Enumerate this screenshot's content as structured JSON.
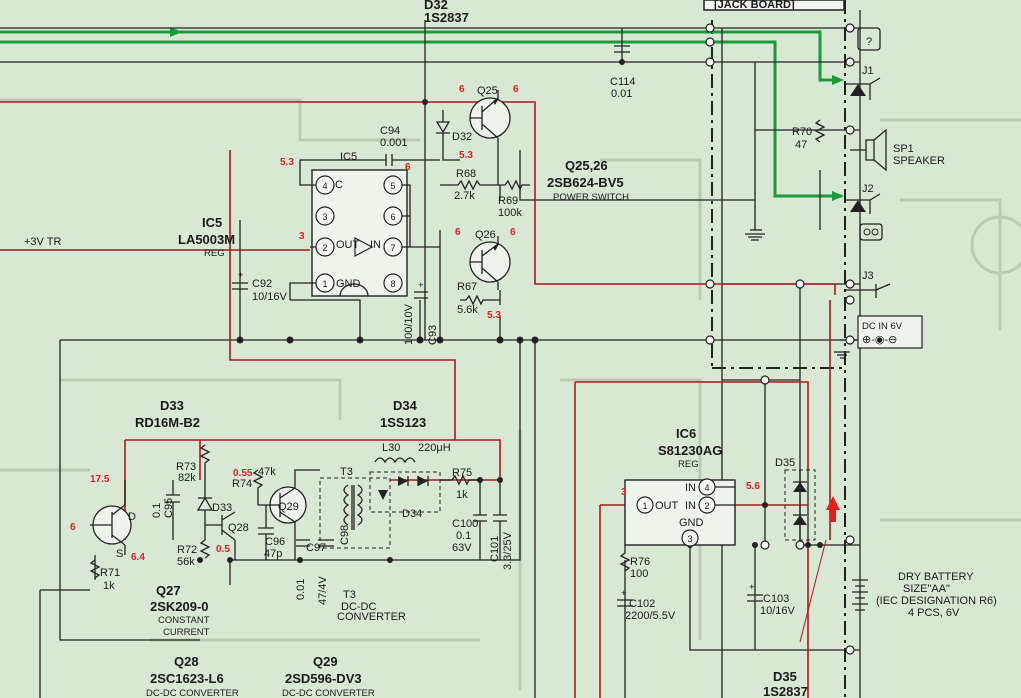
{
  "header": {
    "board_tag": "[JACK BOARD]"
  },
  "ic": {
    "ic5_ref": "IC5",
    "ic5_part": "LA5003M",
    "ic5_role": "REG",
    "ic5_inner": "IC5",
    "ic5_c": "C",
    "ic5_out": "OUT",
    "ic5_in": "IN",
    "ic5_gnd": "GND",
    "ic6_ref": "IC6",
    "ic6_part": "S81230AG",
    "ic6_role": "REG",
    "ic6_out": "OUT",
    "ic6_in": "IN",
    "ic6_gnd": "GND"
  },
  "transistors": {
    "q25_26_ref": "Q25,26",
    "q25_26_part": "2SB624-BV5",
    "q25_26_role": "POWER SWITCH",
    "q25": "Q25",
    "q26": "Q26",
    "q27_ref": "Q27",
    "q27_part": "2SK209-0",
    "q27_role1": "CONSTANT",
    "q27_role2": "CURRENT",
    "q27_d": "D",
    "q27_s": "S",
    "q28_ref": "Q28",
    "q28_part": "2SC1623-L6",
    "q28_role": "DC-DC CONVERTER",
    "q29_ref": "Q29",
    "q29_part": "2SD596-DV3",
    "q29_role": "DC-DC CONVERTER"
  },
  "diodes": {
    "d32_ref": "D32",
    "d32_part": "1S2837",
    "d32_small": "D32",
    "d33_ref": "D33",
    "d33_part": "RD16M-B2",
    "d33_small": "D33",
    "d34_ref": "D34",
    "d34_part": "1SS123",
    "d34_small": "D34",
    "d35_ref": "D35",
    "d35_part": "1S2837",
    "d35_small": "D35"
  },
  "parts": {
    "c114": "C114",
    "c114v": "0.01",
    "c94": "C94",
    "c94v": "0.001",
    "r68": "R68",
    "r68v": "2.7k",
    "r69": "R69",
    "r69v": "100k",
    "r67": "R67",
    "r67v": "5.6k",
    "c92": "C92",
    "c92v": "10/16V",
    "c93": "C93",
    "c93v": "100/10V",
    "r70": "R70",
    "r70v": "47",
    "l30": "L30",
    "l30v": "220μH",
    "r73": "R73",
    "r73v": "82k",
    "r74": "R74",
    "r74v": "47k",
    "c95": "C95",
    "c95v": "0.1",
    "r72": "R72",
    "r72v": "56k",
    "c96": "C96",
    "c96v": "47p",
    "c97": "C97",
    "c97v": "0.01",
    "c98": "C98",
    "c98v": "47/4V",
    "t3": "T3",
    "t3_role1": "DC-DC",
    "t3_role2": "CONVERTER",
    "r75": "R75",
    "r75v": "1k",
    "c100": "C100",
    "c100v": "0.1",
    "c100v2": "63V",
    "c101": "C101",
    "c101v": "3.3/25V",
    "r71": "R71",
    "r71v": "1k",
    "r76": "R76",
    "r76v": "100",
    "c102": "C102",
    "c102v": "2200/5.5V",
    "c103": "C103",
    "c103v": "10/16V"
  },
  "connectors": {
    "j1": "J1",
    "j2": "J2",
    "j3": "J3",
    "sp1": "SP1",
    "speaker": "SPEAKER",
    "dcin": "DC IN 6V",
    "battery1": "DRY BATTERY",
    "battery2": "SIZE\"AA\"",
    "battery3": "(IEC DESIGNATION R6)",
    "battery4": "4 PCS, 6V"
  },
  "nets": {
    "plus3v": "+3V  TR"
  },
  "voltages": {
    "v_ic5_4": "5.3",
    "v_q25_b": "5.3",
    "v_q25_e": "6",
    "v_q25_c": "6",
    "v_ic5_in_top": "6",
    "v_ic5_out": "3",
    "v_q26_e": "6",
    "v_q26_c": "6",
    "v_q26_b": "5.3",
    "v_q27_d": "17.5",
    "v_q27_g": "6",
    "v_q27_s": "6.4",
    "v_q28_c": "0.55",
    "v_q28_e": "0.5",
    "v_ic6_out": "3",
    "v_ic6_in": "5.6"
  },
  "colors": {
    "dc_line": "#b01818",
    "audio_line": "#1b9a3a",
    "voltage_text": "#d22222"
  }
}
